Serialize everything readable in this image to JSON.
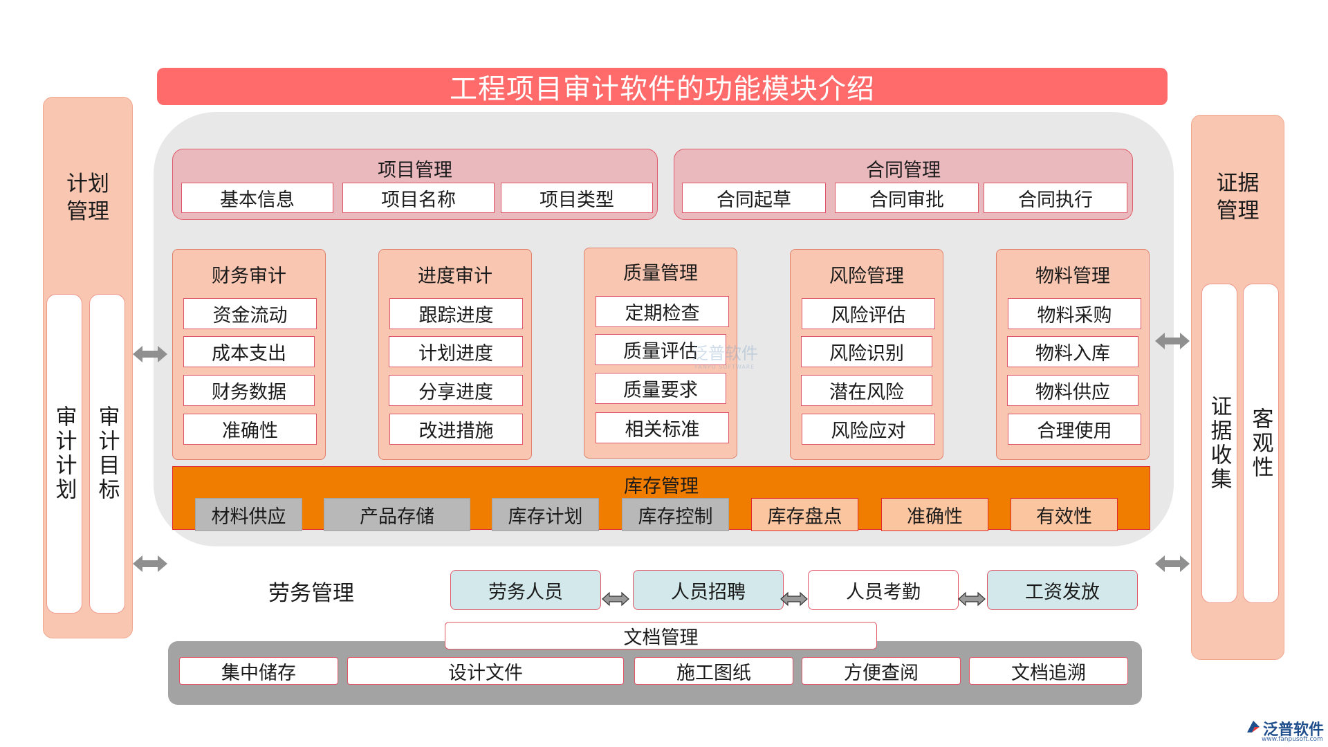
{
  "title": "工程项目审计软件的功能模块介绍",
  "left_panel": {
    "title": "计划\n管理",
    "pills": [
      "审计计划",
      "审计目标"
    ]
  },
  "right_panel": {
    "title": "证据\n管理",
    "pills": [
      "证据收集",
      "客观性"
    ]
  },
  "project_management": {
    "title": "项目管理",
    "items": [
      "基本信息",
      "项目名称",
      "项目类型"
    ]
  },
  "contract_management": {
    "title": "合同管理",
    "items": [
      "合同起草",
      "合同审批",
      "合同执行"
    ]
  },
  "columns": [
    {
      "title": "财务审计",
      "items": [
        "资金流动",
        "成本支出",
        "财务数据",
        "准确性"
      ]
    },
    {
      "title": "进度审计",
      "items": [
        "跟踪进度",
        "计划进度",
        "分享进度",
        "改进措施"
      ]
    },
    {
      "title": "质量管理",
      "items": [
        "定期检查",
        "质量评估",
        "质量要求",
        "相关标准"
      ]
    },
    {
      "title": "风险管理",
      "items": [
        "风险评估",
        "风险识别",
        "潜在风险",
        "风险应对"
      ]
    },
    {
      "title": "物料管理",
      "items": [
        "物料采购",
        "物料入库",
        "物料供应",
        "合理使用"
      ]
    }
  ],
  "inventory": {
    "title": "库存管理",
    "items": [
      "材料供应",
      "产品存储",
      "库存计划",
      "库存控制",
      "库存盘点",
      "准确性",
      "有效性"
    ]
  },
  "labor": {
    "title": "劳务管理",
    "items": [
      "劳务人员",
      "人员招聘",
      "人员考勤",
      "工资发放"
    ]
  },
  "documents": {
    "title": "文档管理",
    "items": [
      "集中储存",
      "设计文件",
      "施工图纸",
      "方便查阅",
      "文档追溯"
    ]
  },
  "watermark": {
    "name": "泛普软件",
    "sub": "FANPU SOFTWARE"
  },
  "logo": {
    "name": "泛普软件",
    "url": "www.fanpusoft.com"
  },
  "colors": {
    "title_bar": "#ff6b6b",
    "side_panel": "#f8c6b1",
    "inventory": "#f07d00",
    "border_red": "#e05566",
    "teal": "#d2e8ea"
  }
}
